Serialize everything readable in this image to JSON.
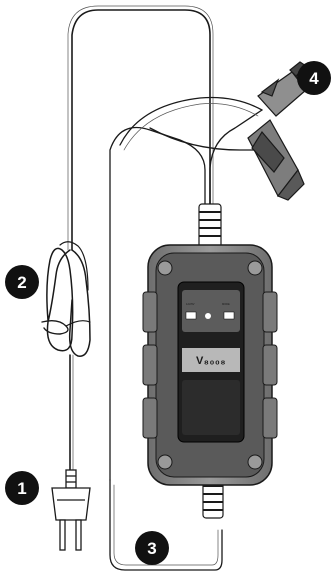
{
  "callouts": [
    {
      "number": "1",
      "part": "ac-power-plug"
    },
    {
      "number": "2",
      "part": "ac-power-cord"
    },
    {
      "number": "3",
      "part": "dc-output-cable"
    },
    {
      "number": "4",
      "part": "battery-clamps"
    }
  ],
  "device": {
    "brand_label": "V₈₀₀₈",
    "panel_left_caption": "12V/6V",
    "panel_right_caption": "MODE"
  },
  "colors": {
    "line": "#1a1a1a",
    "body_dark": "#3d3d3d",
    "body_light": "#8a8a8a",
    "panel": "#1f1f1f",
    "callout_fill": "#111111",
    "background": "#ffffff"
  }
}
